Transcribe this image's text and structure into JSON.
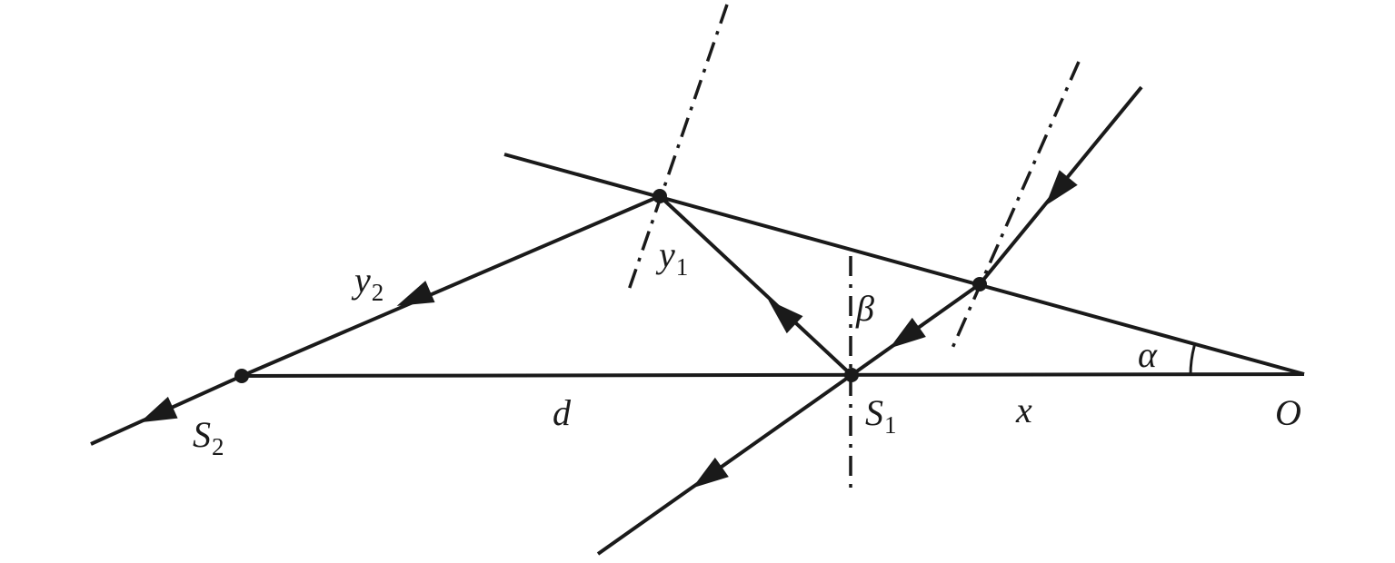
{
  "labels": {
    "y2": {
      "main": "y",
      "sub": "2"
    },
    "y1": {
      "main": "y",
      "sub": "1"
    },
    "beta": {
      "main": "β"
    },
    "alpha": {
      "main": "α"
    },
    "d": {
      "main": "d"
    },
    "s1": {
      "main": "S",
      "sub": "1"
    },
    "s2": {
      "main": "S",
      "sub": "2"
    },
    "x": {
      "main": "x"
    },
    "o": {
      "main": "O"
    }
  }
}
